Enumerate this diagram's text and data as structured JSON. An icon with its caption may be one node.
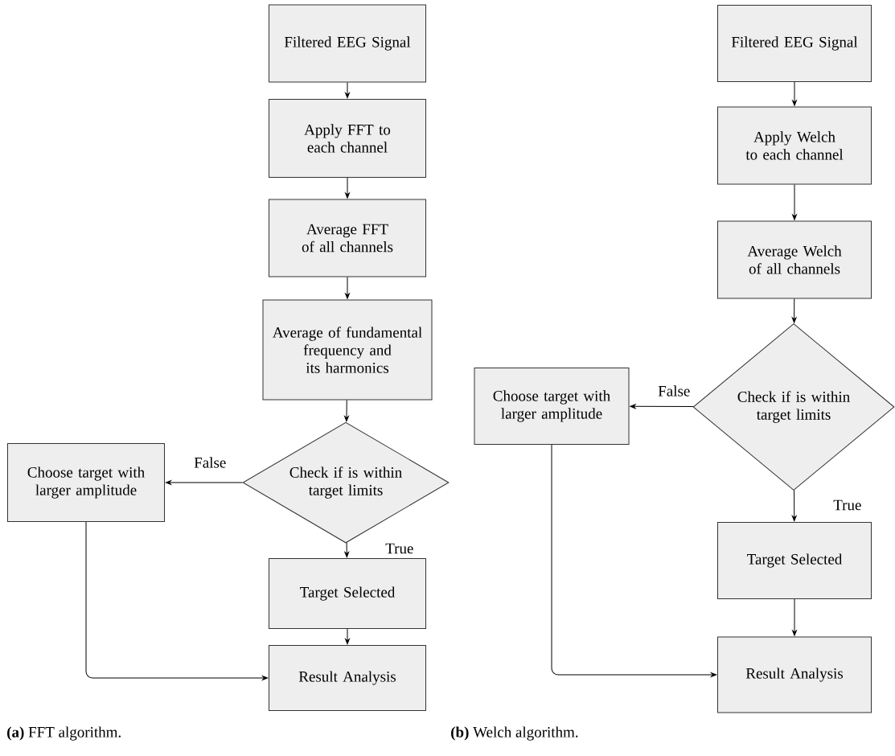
{
  "diagram": {
    "nodes": [
      {
        "text": [
          "Filtered EEG Signal"
        ]
      },
      {
        "text": [
          "Apply FFT to each channel"
        ]
      },
      {
        "text": [
          "Average FFT of all channels"
        ]
      },
      {
        "text": [
          "Average of fundamental frequency and its harmonics"
        ]
      },
      {
        "text": [
          "Check if is within target limits"
        ]
      },
      {
        "text": [
          "Choose target with larger amplitude"
        ]
      },
      {
        "text": [
          "Target Selected"
        ]
      },
      {
        "text": [
          "Result Analysis"
        ]
      },
      {
        "text": [
          "Filtered EEG Signal"
        ]
      },
      {
        "text": [
          "Apply Welch to each channel"
        ]
      },
      {
        "text": [
          "Average Welch of all channels"
        ]
      },
      {
        "text": [
          "Check if is within target limits"
        ]
      },
      {
        "text": [
          "Choose target with larger amplitude"
        ]
      },
      {
        "text": [
          "Target Selected"
        ]
      },
      {
        "text": [
          "Result Analysis"
        ]
      }
    ],
    "edges": [
      {
        "from": 0,
        "to": 1,
        "arrow": "to"
      },
      {
        "from": 1,
        "to": 2,
        "arrow": "to"
      },
      {
        "from": 2,
        "to": 3,
        "arrow": "to"
      },
      {
        "from": 3,
        "to": 4,
        "arrow": "to"
      },
      {
        "from": 4,
        "to": 5,
        "arrow": "to",
        "label": "False"
      },
      {
        "from": 4,
        "to": 6,
        "arrow": "to",
        "label": "True"
      },
      {
        "from": 6,
        "to": 7,
        "arrow": "to"
      },
      {
        "from": 5,
        "to": 7,
        "arrow": "to"
      },
      {
        "from": 8,
        "to": 9,
        "arrow": "to"
      },
      {
        "from": 9,
        "to": 10,
        "arrow": "to"
      },
      {
        "from": 10,
        "to": 11,
        "arrow": "to"
      },
      {
        "from": 11,
        "to": 12,
        "arrow": "to",
        "label": "False"
      },
      {
        "from": 11,
        "to": 13,
        "arrow": "to",
        "label": "True"
      },
      {
        "from": 13,
        "to": 14,
        "arrow": "to"
      },
      {
        "from": 12,
        "to": 14,
        "arrow": "to"
      }
    ],
    "labels": [
      "**(a)** FFT algorithm.",
      "**(b)** Welch algorithm."
    ]
  }
}
